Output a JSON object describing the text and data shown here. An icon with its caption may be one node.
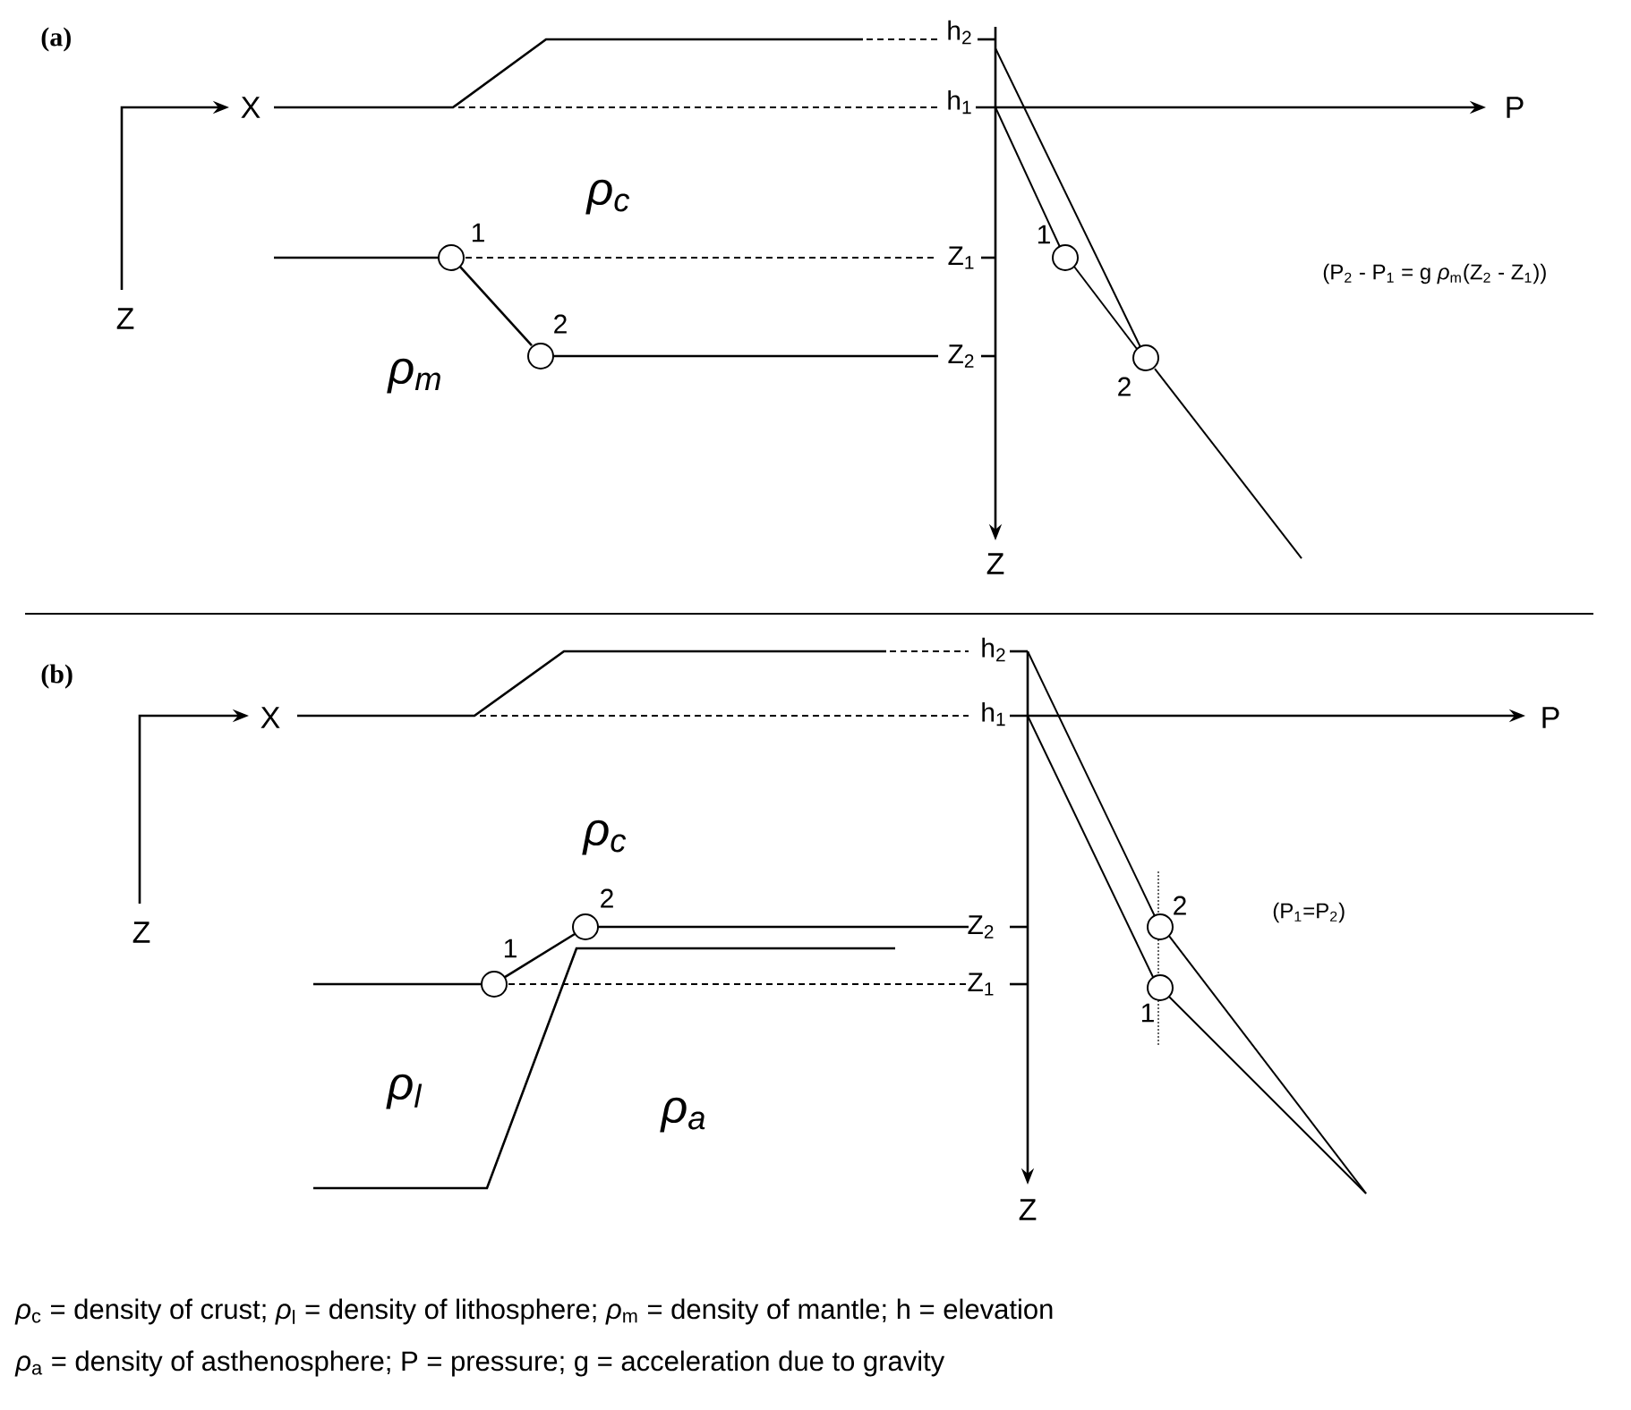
{
  "diagram": {
    "labels": [
      "(a)",
      "X",
      "h$_{2}$",
      "h$_{1}$",
      "P",
      "Z",
      "ρ$_{c}$",
      "1",
      "Z$_{1}$",
      "1",
      "(P$_{2}$ - P$_{1}$ = g  *ρ*$_{m}$(Z$_{2}$ - Z$_{1}$))",
      "2",
      "Z$_{2}$",
      "ρ$_{m}$",
      "2",
      "Z",
      "(b)",
      "h$_{2}$",
      "X",
      "h$_{1}$",
      "P",
      "ρ$_{c}$",
      "Z",
      "2",
      "2",
      "(P$_{1}$=P$_{2}$)",
      "Z$_{2}$",
      "1",
      "Z$_{1}$",
      "1",
      "ρ$_{l}$",
      "ρ$_{a}$",
      "Z",
      "*ρ*$_{c}$ = density of crust; *ρ*$_{l}$ = density of lithosphere; *ρ*$_{m}$ = density of mantle; h = elevation",
      "*ρ*$_{a}$ = density of asthenosphere; P = pressure; g = acceleration due to gravity"
    ]
  }
}
